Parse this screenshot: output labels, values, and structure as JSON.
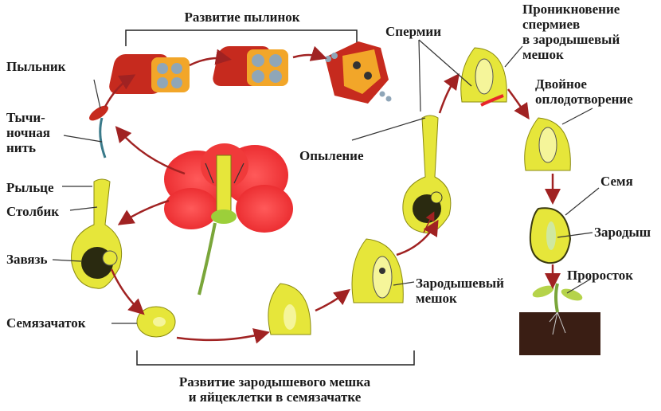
{
  "labels": {
    "anther_dev": "Развитие пылинок",
    "anther": "Пыльник",
    "filament": "Тычи-\nночная\nнить",
    "stigma": "Рыльце",
    "style": "Столбик",
    "ovary": "Завязь",
    "ovule": "Семязачаток",
    "sperms": "Спермии",
    "pollination": "Опыление",
    "penetration": "Проникновение\nспермиев\nв зародышевый\nмешок",
    "double_fert": "Двойное\nоплодотворение",
    "seed": "Семя",
    "embryo": "Зародыш",
    "sprout": "Проросток",
    "embryo_sac": "Зародышевый\nмешок",
    "sac_dev": "Развитие зародышевого мешка\nи яйцеклетки в семязачатке"
  },
  "colors": {
    "flower_red": "#e8262a",
    "pistil_yellow": "#e6e63a",
    "anther_red": "#c62a1e",
    "anther_orange": "#f2a629",
    "arrow": "#a02222",
    "soil": "#3a1e14"
  }
}
